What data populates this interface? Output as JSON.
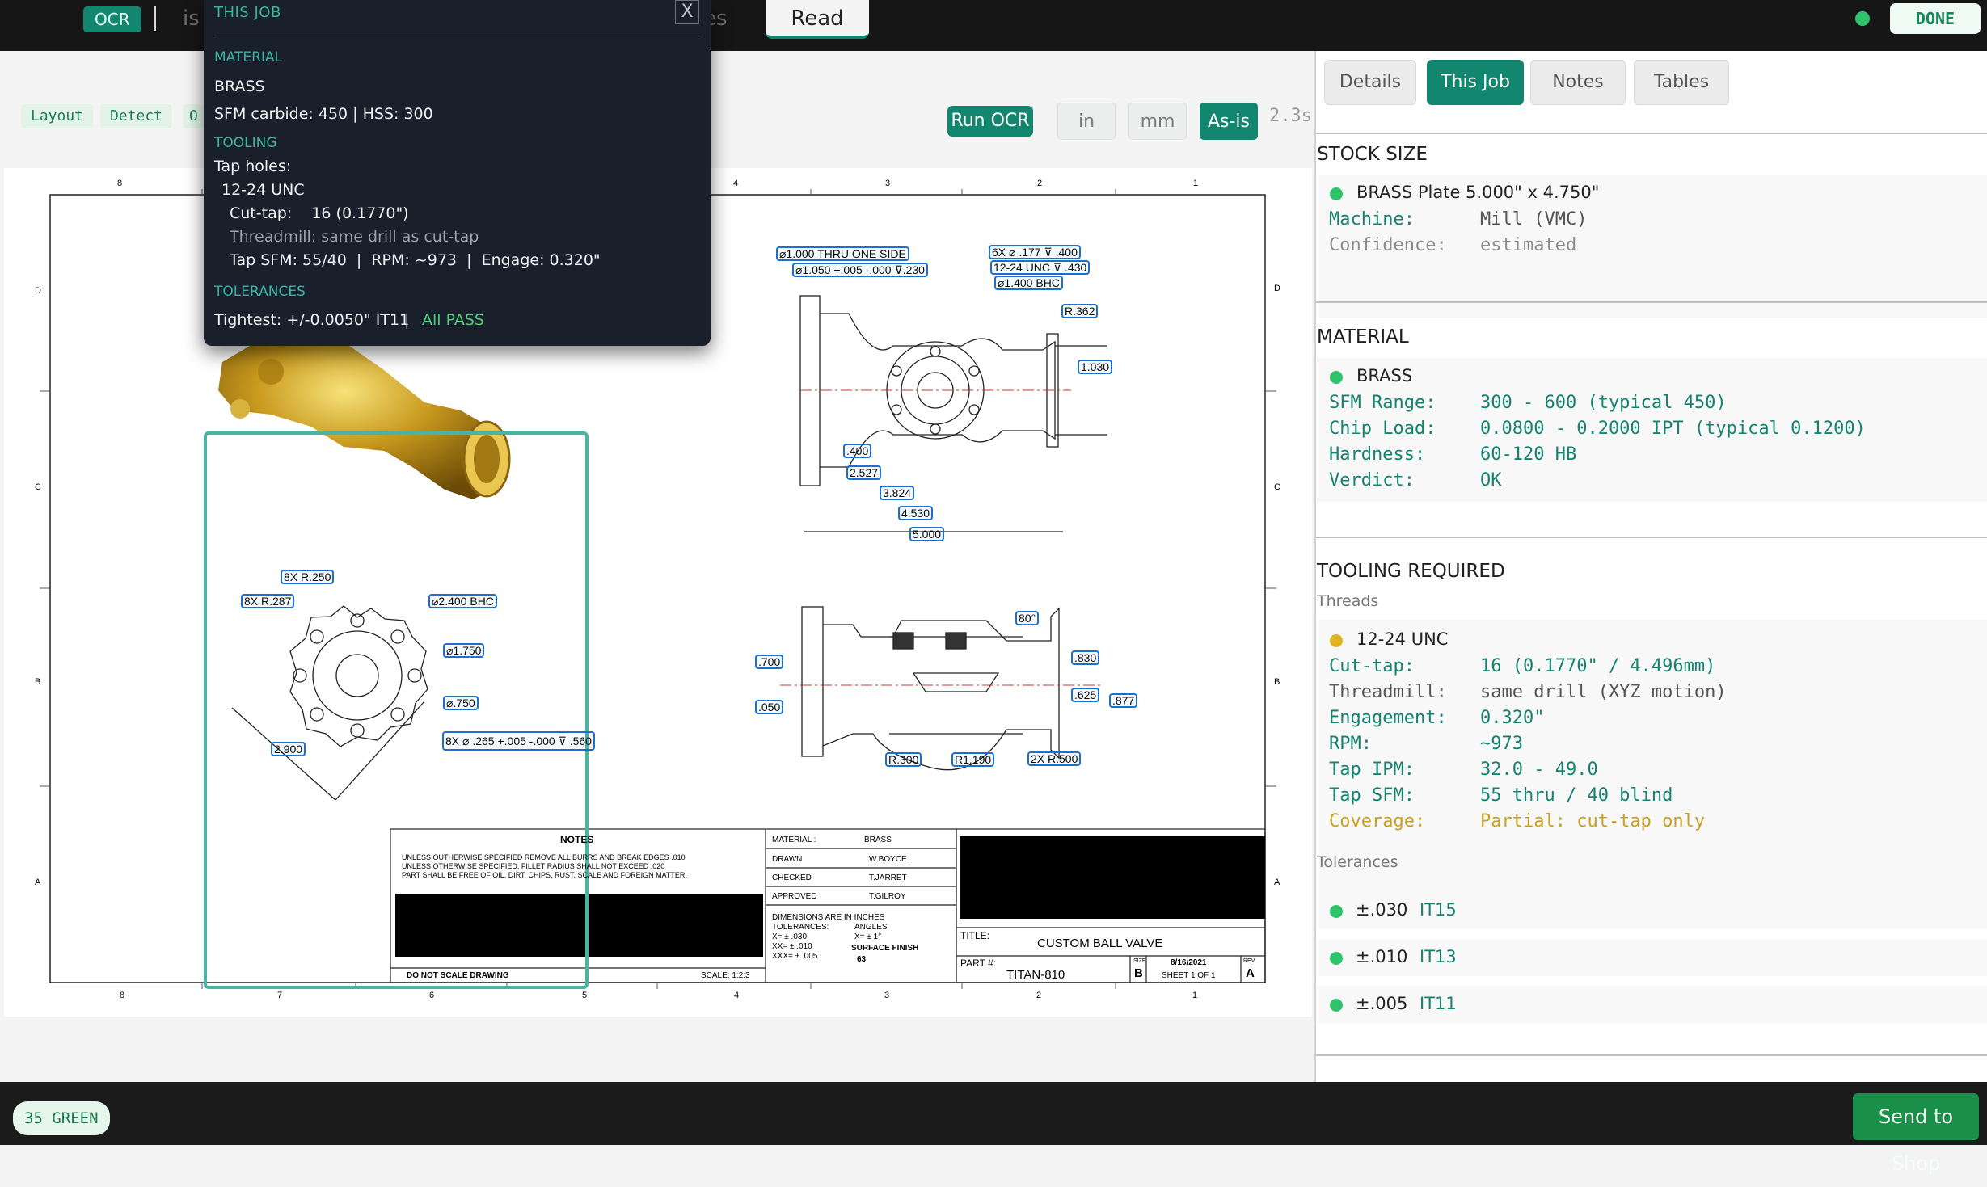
{
  "topbar": {
    "ocr_chip": "OCR",
    "ghost_left": "is",
    "ghost_right": "es",
    "read_button": "Read",
    "done_label": "DONE"
  },
  "toolbar": {
    "layout": "Layout",
    "detect": "Detect",
    "third_mode": "O",
    "run_ocr": "Run OCR",
    "unit_in": "in",
    "unit_mm": "mm",
    "unit_asis": "As-is",
    "timer": "2.3s"
  },
  "drawing": {
    "col_numbers_top": [
      "8",
      "4",
      "3",
      "2",
      "1"
    ],
    "col_numbers_bottom": [
      "8",
      "7",
      "6",
      "5",
      "4",
      "3",
      "2",
      "1"
    ],
    "row_letters": [
      "D",
      "C",
      "B",
      "A"
    ],
    "ocr_boxes": {
      "d1000": "⌀1.000 THRU ONE SIDE",
      "d1050": "⌀1.050 +.005 -.000 ⊽.230",
      "sixx": "6X ⌀ .177 ⊽ .400",
      "unc": "12-24 UNC ⊽ .430",
      "bhc1400": "⌀1.400 BHC",
      "r362": "R.362",
      "d1030": "1.030",
      "d400": ".400",
      "d2527": "2.527",
      "d3824": "3.824",
      "d4530": "4.530",
      "d5000": "5.000",
      "r250": "8X R.250",
      "r287": "8X R.287",
      "bhc2400": "⌀2.400 BHC",
      "d1750": "⌀1.750",
      "d750": "⌀.750",
      "d2900": "2.900",
      "eightx": "8X ⌀ .265 +.005 -.000 ⊽ .560",
      "d80": "80°",
      "d700": ".700",
      "d050": ".050",
      "d830": ".830",
      "d625": ".625",
      "d877": ".877",
      "r300": "R.300",
      "r1190": "R1.190",
      "r500": "2X R.500"
    },
    "title_block": {
      "notes_title": "NOTES",
      "notes_1": "UNLESS OUTHERWISE SPECIFIED REMOVE ALL BURRS AND BREAK EDGES .010",
      "notes_2": "UNLESS OTHERWISE SPECIFIED, FILLET RADIUS SHALL NOT EXCEED .020",
      "notes_3": "PART SHALL BE FREE OF OIL, DIRT, CHIPS, RUST, SCALE AND FOREIGN MATTER.",
      "do_not_scale": "DO NOT SCALE DRAWING",
      "scale": "SCALE: 1:2:3",
      "material_label": "MATERIAL :",
      "material_value": "BRASS",
      "drawn_label": "DRAWN",
      "drawn_value": "W.BOYCE",
      "checked_label": "CHECKED",
      "checked_value": "T.JARRET",
      "approved_label": "APPROVED",
      "approved_value": "T.GILROY",
      "dims_1": "DIMENSIONS ARE IN INCHES",
      "dims_2": "TOLERANCES:",
      "dims_angles": "ANGLES",
      "dims_3": "X= ± .030",
      "dims_x1": "X= ± 1°",
      "dims_4": "XX= ± .010",
      "dims_5": "XXX= ± .005",
      "surface_finish": "SURFACE FINISH",
      "finish_val": "63",
      "title_label": "TITLE:",
      "title_value": "CUSTOM BALL VALVE",
      "part_label": "PART #:",
      "part_value": "TITAN-810",
      "size_label": "SIZE",
      "size_value": "B",
      "date_value": "8/16/2021",
      "sheet_value": "SHEET 1 OF 1",
      "rev_label": "REV",
      "rev_value": "A"
    }
  },
  "popup": {
    "header": "THIS JOB",
    "close": "X",
    "material_heading": "MATERIAL",
    "material_name": "BRASS",
    "sfm": "SFM carbide: 450  |  HSS: 300",
    "tooling_heading": "TOOLING",
    "tap_holes": "Tap holes:",
    "thread": "12-24 UNC",
    "cut_tap": "Cut-tap:    16 (0.1770\")",
    "threadmill": "Threadmill: same drill as cut-tap",
    "tap_sfm": "Tap SFM: 55/40  |  RPM: ~973  |  Engage: 0.320\"",
    "tol_heading": "TOLERANCES",
    "tightest": "Tightest: +/-0.0050\" IT11",
    "tol_sep": "|",
    "all_pass": "All PASS"
  },
  "panel": {
    "tabs": [
      "Details",
      "This Job",
      "Notes",
      "Tables"
    ],
    "stock": {
      "title": "STOCK SIZE",
      "head": "BRASS Plate 5.000\" x 4.750\"",
      "machine_k": "Machine:",
      "machine_v": "Mill (VMC)",
      "conf_k": "Confidence:",
      "conf_v": "estimated"
    },
    "material": {
      "title": "MATERIAL",
      "head": "BRASS",
      "sfm_k": "SFM Range:",
      "sfm_v": "300 - 600 (typical 450)",
      "chip_k": "Chip Load:",
      "chip_v": "0.0800 - 0.2000 IPT (typical 0.1200)",
      "hard_k": "Hardness:",
      "hard_v": "60-120 HB",
      "verdict_k": "Verdict:",
      "verdict_v": "OK"
    },
    "tooling": {
      "title": "TOOLING REQUIRED",
      "threads_label": "Threads",
      "head": "12-24 UNC",
      "cut_k": "Cut-tap:",
      "cut_v": "16 (0.1770\" / 4.496mm)",
      "mill_k": "Threadmill:",
      "mill_v": "same drill (XYZ motion)",
      "eng_k": "Engagement:",
      "eng_v": "0.320\"",
      "rpm_k": "RPM:",
      "rpm_v": "~973",
      "ipm_k": "Tap IPM:",
      "ipm_v": "32.0 - 49.0",
      "sfm_k": "Tap SFM:",
      "sfm_v": "55 thru / 40 blind",
      "cov_k": "Coverage:",
      "cov_v": "Partial: cut-tap only",
      "tol_label": "Tolerances",
      "tolerances": [
        {
          "value": "±.030",
          "grade": "IT15"
        },
        {
          "value": "±.010",
          "grade": "IT13"
        },
        {
          "value": "±.005",
          "grade": "IT11"
        }
      ]
    }
  },
  "bottombar": {
    "green_count": "35 GREEN",
    "send": "Send to Shop"
  },
  "colors": {
    "accent": "#13866f",
    "ocr_box": "#1c6fd1",
    "ok_dot": "#2fc36b",
    "warn_dot": "#e2b321",
    "send_button": "#1a8f49"
  }
}
